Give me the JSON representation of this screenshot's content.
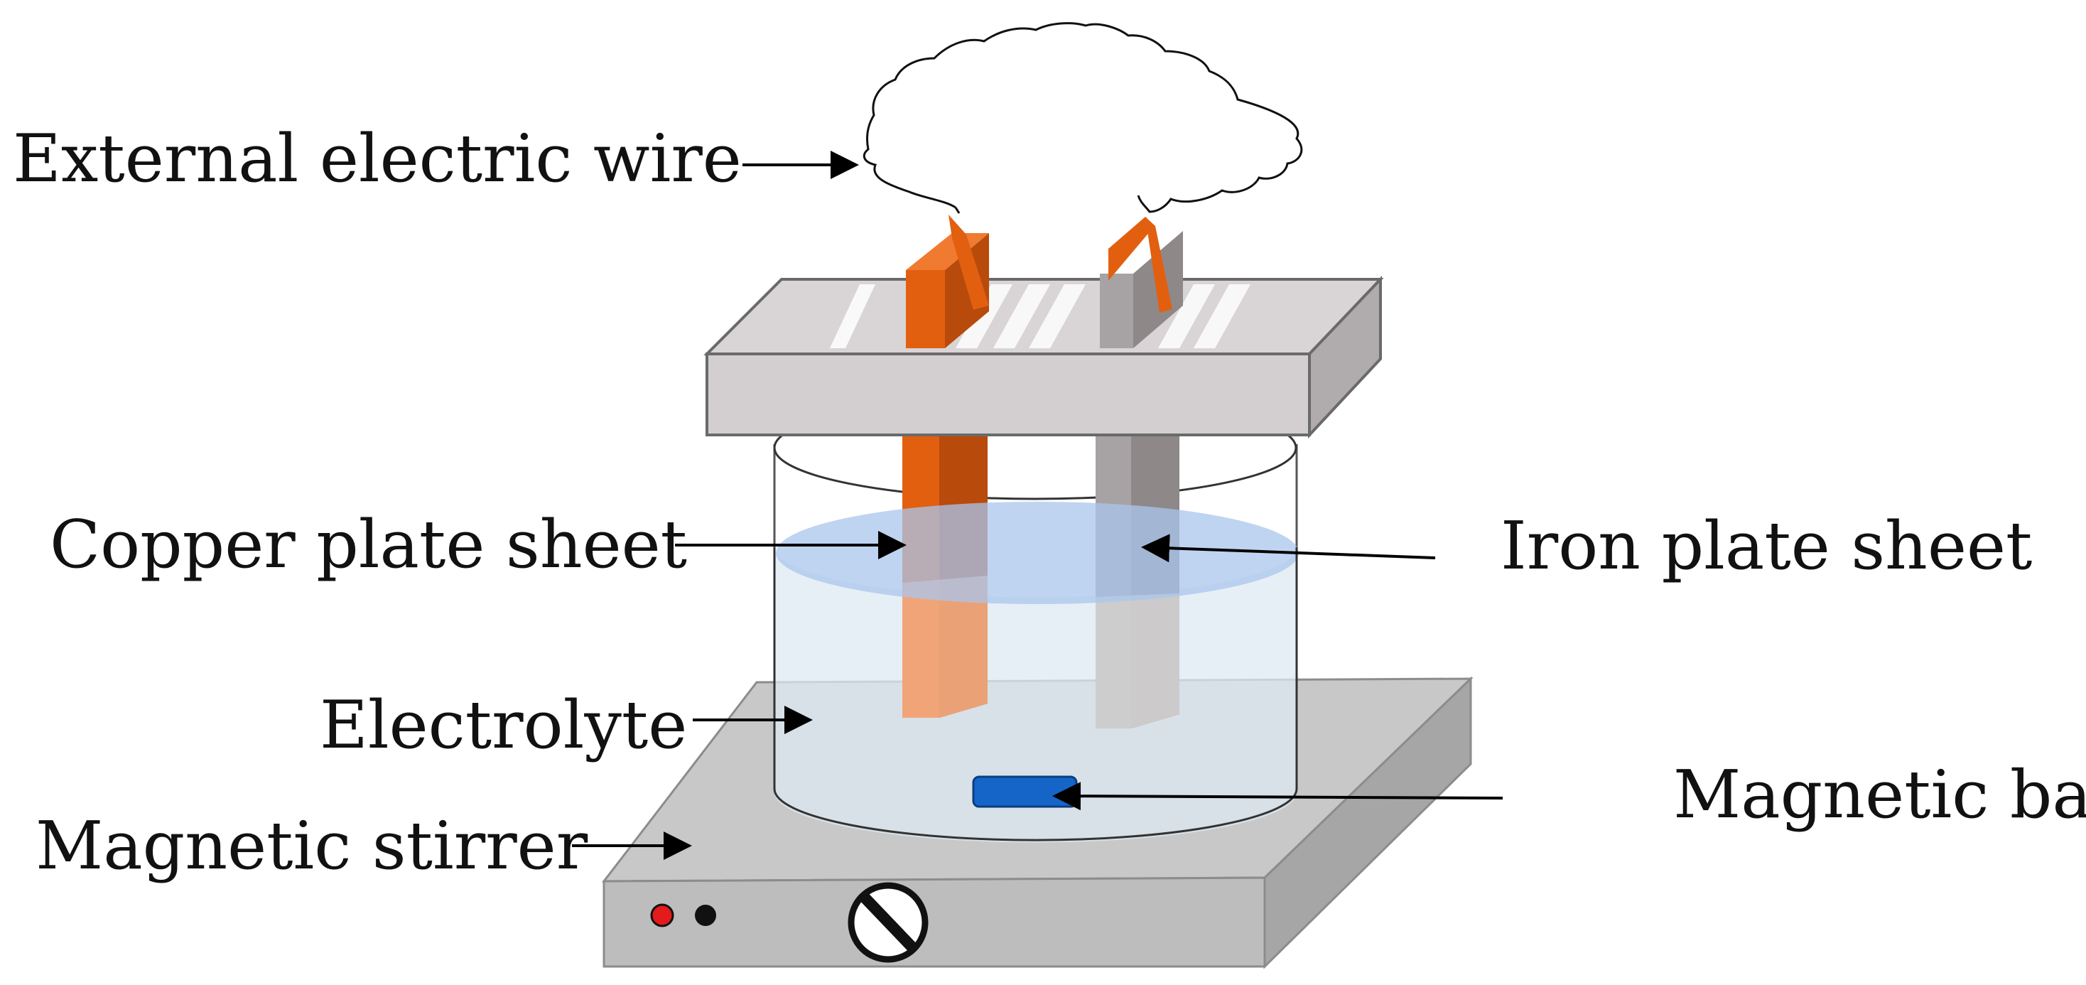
{
  "labels": {
    "wire": "External electric wire",
    "copper": "Copper plate sheet",
    "iron": "Iron plate sheet",
    "electrolyte": "Electrolyte",
    "magnetic_bar": "Magnetic bar",
    "stirrer": "Magnetic stirrer"
  },
  "colors": {
    "copper": "#e25f10",
    "copper_dark": "#b84a0c",
    "iron": "#a7a2a3",
    "iron_dark": "#8e8889",
    "lid": "#d4d0d1",
    "electrolyte": "#dce9f2",
    "liquid_surface": "#a9c6ec",
    "stirrer_body": "#c9c9c9",
    "magnetic_bar": "#1565c8",
    "indicator_red": "#e31b1b",
    "indicator_black": "#111111"
  }
}
